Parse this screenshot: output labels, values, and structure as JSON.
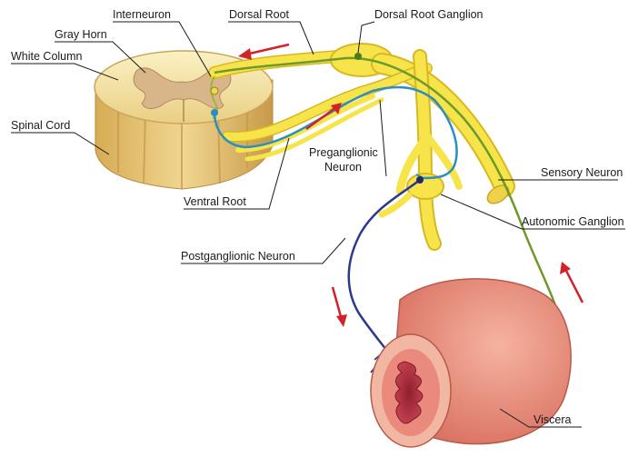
{
  "labels": {
    "interneuron": "Interneuron",
    "dorsal_root": "Dorsal Root",
    "dorsal_root_ganglion": "Dorsal Root Ganglion",
    "gray_horn": "Gray Horn",
    "white_column": "White Column",
    "spinal_cord": "Spinal Cord",
    "preganglionic_line1": "Preganglionic",
    "preganglionic_line2": "Neuron",
    "ventral_root": "Ventral Root",
    "sensory_neuron": "Sensory Neuron",
    "autonomic_ganglion": "Autonomic Ganglion",
    "postganglionic_neuron": "Postganglionic Neuron",
    "viscera": "Viscera"
  },
  "colors": {
    "nerve_yellow": "#f7e44a",
    "nerve_outline": "#d8b820",
    "sensory_green": "#6f9a2a",
    "preganglionic_blue": "#2a8fbf",
    "postganglionic_navy": "#2b3a8f",
    "arrow_red": "#d2232a",
    "cord_white": "#f4e7b0",
    "cord_gray": "#d9b98a",
    "viscera_pink": "#e58a78",
    "lumen_red": "#b8323f"
  }
}
